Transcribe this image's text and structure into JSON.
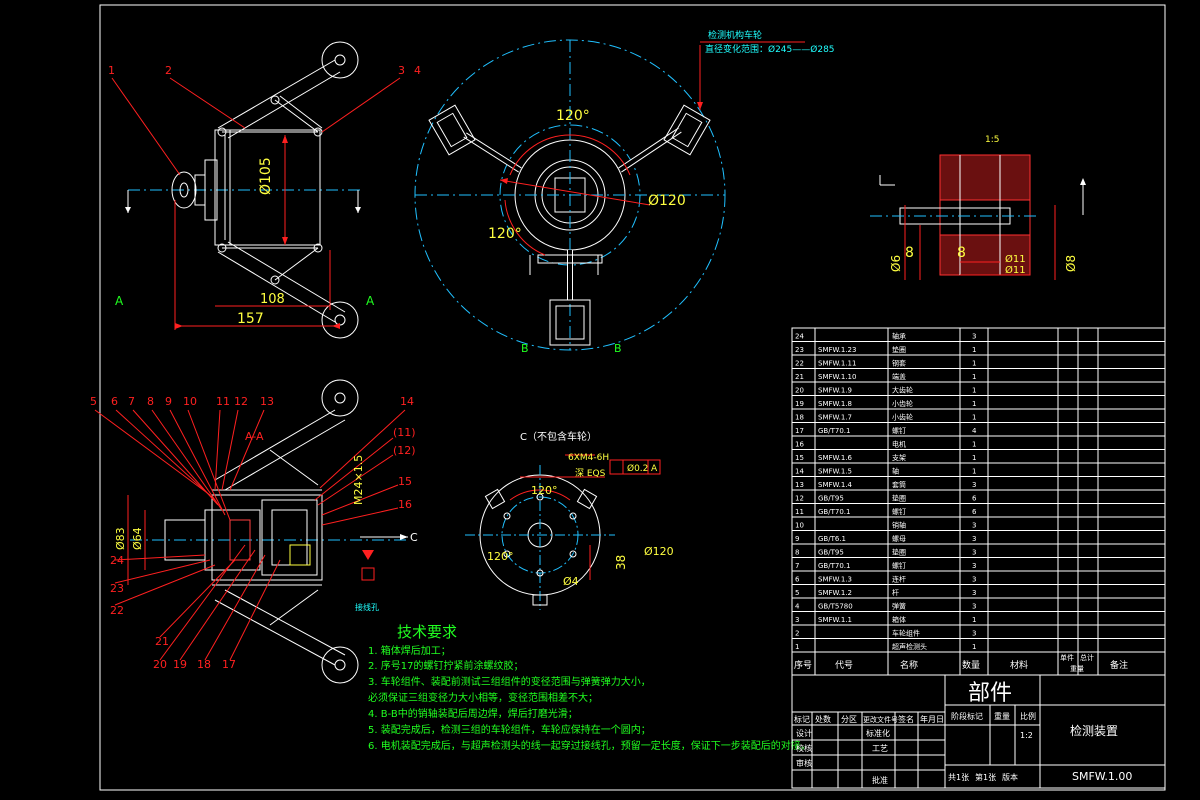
{
  "drawing": {
    "top_view": {
      "balloons": [
        "1",
        "2",
        "3",
        "4"
      ],
      "dim_phi105": "Ø105",
      "dim_108": "108",
      "dim_157": "157",
      "section_a_left": "A",
      "section_a_right": "A"
    },
    "front_view": {
      "note_title": "检测机构车轮",
      "note_text": "直径变化范围：Ø245——Ø285",
      "angle_top": "120°",
      "angle_left": "120°",
      "dim_phi120": "Ø120",
      "section_b_left": "B",
      "section_b_right": "B"
    },
    "detail_view": {
      "scale": "1:5",
      "dims": [
        "8",
        "8",
        "Ø6",
        "Ø8",
        "Ø11",
        "Ø11"
      ]
    },
    "section_aa": {
      "title": "A-A",
      "balloons_top": [
        "5",
        "6",
        "7",
        "8",
        "9",
        "10",
        "11",
        "12",
        "13",
        "14"
      ],
      "balloons_right": [
        "(11)",
        "(12)",
        "15",
        "16"
      ],
      "balloons_bottom": [
        "17",
        "18",
        "19",
        "20",
        "21",
        "22",
        "23",
        "24"
      ],
      "dim_phi83": "Ø83",
      "dim_phi64": "Ø64",
      "dim_m24": "M24×1.5",
      "dim_c": "C",
      "side_note": "接线孔"
    },
    "view_c": {
      "title": "C（不包含车轮）",
      "hole_callout": "6XM4-6H",
      "hole_callout_sub": "深 EQS",
      "position_tol": "Ø0.2",
      "datum": "A",
      "angle_top": "120°",
      "angle_left": "120°",
      "dim_phi120": "Ø120",
      "dim_38": "38",
      "dim_phi4": "Ø4"
    },
    "tech_requirements": {
      "title": "技术要求",
      "items": [
        "1. 箱体焊后加工；",
        "2. 序号17的螺钉拧紧前涂螺纹胶；",
        "3. 车轮组件、装配前测试三组组件的变径范围与弹簧弹力大小，",
        "   必须保证三组变径力大小相等，变径范围相差不大；",
        "4. B-B中的销轴装配后周边焊，焊后打磨光滑；",
        "5. 装配完成后，检测三组的车轮组件，车轮应保持在一个圆内；",
        "6. 电机装配完成后，与超声检测头的线一起穿过接线孔，预留一定长度，保证下一步装配后的对接。"
      ]
    }
  },
  "bom": {
    "rows": [
      {
        "no": "24",
        "code": "",
        "name": "轴承",
        "qty": "3",
        "material": "",
        "note": ""
      },
      {
        "no": "23",
        "code": "SMFW.1.23",
        "name": "垫圈",
        "qty": "1",
        "material": "",
        "note": ""
      },
      {
        "no": "22",
        "code": "SMFW.1.11",
        "name": "钢套",
        "qty": "1",
        "material": "",
        "note": ""
      },
      {
        "no": "21",
        "code": "SMFW.1.10",
        "name": "端盖",
        "qty": "1",
        "material": "",
        "note": ""
      },
      {
        "no": "20",
        "code": "SMFW.1.9",
        "name": "大齿轮",
        "qty": "1",
        "material": "",
        "note": ""
      },
      {
        "no": "19",
        "code": "SMFW.1.8",
        "name": "小齿轮",
        "qty": "1",
        "material": "",
        "note": ""
      },
      {
        "no": "18",
        "code": "SMFW.1.7",
        "name": "小齿轮",
        "qty": "1",
        "material": "",
        "note": ""
      },
      {
        "no": "17",
        "code": "GB/T70.1",
        "name": "螺钉",
        "qty": "4",
        "material": "",
        "note": ""
      },
      {
        "no": "16",
        "code": "",
        "name": "电机",
        "qty": "1",
        "material": "",
        "note": ""
      },
      {
        "no": "15",
        "code": "SMFW.1.6",
        "name": "支架",
        "qty": "1",
        "material": "",
        "note": ""
      },
      {
        "no": "14",
        "code": "SMFW.1.5",
        "name": "轴",
        "qty": "1",
        "material": "",
        "note": ""
      },
      {
        "no": "13",
        "code": "SMFW.1.4",
        "name": "套筒",
        "qty": "3",
        "material": "",
        "note": ""
      },
      {
        "no": "12",
        "code": "GB/T95",
        "name": "垫圈",
        "qty": "6",
        "material": "",
        "note": ""
      },
      {
        "no": "11",
        "code": "GB/T70.1",
        "name": "螺钉",
        "qty": "6",
        "material": "",
        "note": ""
      },
      {
        "no": "10",
        "code": "",
        "name": "销轴",
        "qty": "3",
        "material": "",
        "note": ""
      },
      {
        "no": "9",
        "code": "GB/T6.1",
        "name": "螺母",
        "qty": "3",
        "material": "",
        "note": ""
      },
      {
        "no": "8",
        "code": "GB/T95",
        "name": "垫圈",
        "qty": "3",
        "material": "",
        "note": ""
      },
      {
        "no": "7",
        "code": "GB/T70.1",
        "name": "螺钉",
        "qty": "3",
        "material": "",
        "note": ""
      },
      {
        "no": "6",
        "code": "SMFW.1.3",
        "name": "连杆",
        "qty": "3",
        "material": "",
        "note": ""
      },
      {
        "no": "5",
        "code": "SMFW.1.2",
        "name": "杆",
        "qty": "3",
        "material": "",
        "note": ""
      },
      {
        "no": "4",
        "code": "GB/T5780",
        "name": "弹簧",
        "qty": "3",
        "material": "",
        "note": ""
      },
      {
        "no": "3",
        "code": "SMFW.1.1",
        "name": "箱体",
        "qty": "1",
        "material": "",
        "note": ""
      },
      {
        "no": "2",
        "code": "",
        "name": "车轮组件",
        "qty": "3",
        "material": "",
        "note": ""
      },
      {
        "no": "1",
        "code": "",
        "name": "超声检测头",
        "qty": "1",
        "material": "",
        "note": ""
      }
    ],
    "header": {
      "no": "序号",
      "code": "代号",
      "name": "名称",
      "qty": "数量",
      "material": "材料",
      "weight_single": "单件",
      "weight_total": "总计",
      "weight": "重量",
      "note": "备注"
    }
  },
  "title_block": {
    "part_kind": "部件",
    "drawing_name": "检测装置",
    "drawing_no": "SMFW.1.00",
    "scale": "1:2",
    "stage_label": "阶段标记",
    "weight_label": "重量",
    "scale_label": "比例",
    "sheet_total": "共1张",
    "sheet_no": "第1张",
    "version": "版本",
    "rev_headers": [
      "标记",
      "处数",
      "分区",
      "更改文件号",
      "签名",
      "年月日"
    ],
    "roles": [
      "设计",
      "校核",
      "审核",
      "工艺",
      "标准化",
      "批准"
    ]
  }
}
